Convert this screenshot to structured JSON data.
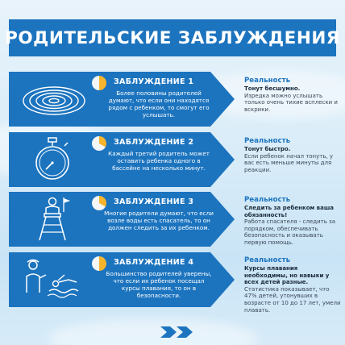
{
  "title": "РОДИТЕЛЬСКИЕ ЗАБЛУЖДЕНИЯ",
  "colors": {
    "primary": "#1c74bf",
    "accent": "#f7b52d",
    "pie_base": "#f4f6f8"
  },
  "myths": [
    {
      "label": "ЗАБЛУЖДЕНИЕ 1",
      "text": "Более половины родителей думают, что если они находятся рядом с ребенком, то смогут его услышать.",
      "icon": "water-ripple-icon",
      "share": 0.5
    },
    {
      "label": "ЗАБЛУЖДЕНИЕ 2",
      "text": "Каждый третий родитель может оставить ребенка одного в бассейне на несколько минут.",
      "icon": "stopwatch-icon",
      "share": 0.333
    },
    {
      "label": "ЗАБЛУЖДЕНИЕ 3",
      "text": "Многие родители думают, что если возле воды есть спасатель, то он должен следить за их ребенком.",
      "icon": "lifeguard-chair-icon",
      "share": 0.333
    },
    {
      "label": "ЗАБЛУЖДЕНИЕ 4",
      "text": "Большинство родителей уверены, что если их ребенок посещал курсы плавания, то он в безопасности.",
      "icon": "swimming-coach-icon",
      "share": 0.5
    }
  ],
  "realities": [
    {
      "label": "Реальность",
      "head": "Тонут бесшумно.",
      "text": "Изредка можно услышать только очень тихие всплески и вскрики."
    },
    {
      "label": "Реальность",
      "head": "Тонут быстро.",
      "text": "Если ребенок начал тонуть, у вас есть меньше минуты для реакции."
    },
    {
      "label": "Реальность",
      "head": "Следить за ребенком ваша обязанность!",
      "text": "Работа спасателя - следить за порядком, обеспечивать безопасность и оказывать первую помощь."
    },
    {
      "label": "Реальность",
      "head": "Курсы плавания необходимы, но навыки у всех детей разные.",
      "text": "Статистика показывает, что 47% детей, утонувших в возрасте от 10 до 17 лет, умели плавать."
    }
  ],
  "footer_icon": "double-chevron-right-icon"
}
